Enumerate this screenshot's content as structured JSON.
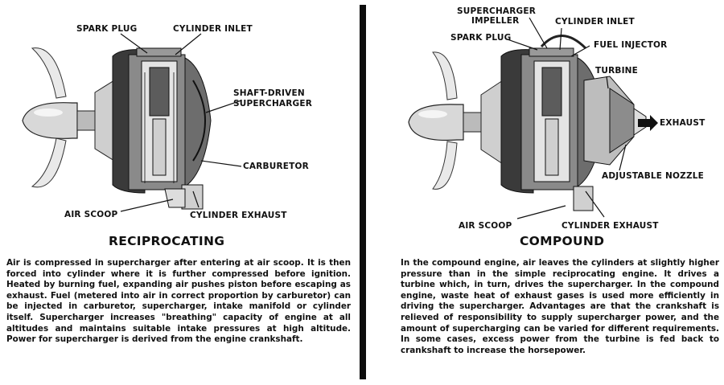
{
  "reciprocating": {
    "labels": {
      "spark_plug": "SPARK PLUG",
      "cylinder_inlet": "CYLINDER INLET",
      "shaft_supercharger_1": "SHAFT-DRIVEN",
      "shaft_supercharger_2": "SUPERCHARGER",
      "carburetor": "CARBURETOR",
      "air_scoop": "AIR SCOOP",
      "cylinder_exhaust": "CYLINDER EXHAUST"
    },
    "title": "RECIPROCATING",
    "description": "Air is compressed in supercharger after entering at air scoop. It is then forced into cylinder where it is further compressed before ignition. Heated by burning fuel, expanding air pushes piston before escaping as exhaust. Fuel (metered into air in correct proportion by carburetor) can be injected in carburetor, supercharger, intake manifold or cylinder itself. Supercharger increases \"breathing\" capacity of engine at all altitudes and maintains suitable intake pressures at high altitude. Power for supercharger is derived from the engine crankshaft."
  },
  "compound": {
    "labels": {
      "impeller_1": "SUPERCHARGER",
      "impeller_2": "IMPELLER",
      "cylinder_inlet": "CYLINDER INLET",
      "spark_plug": "SPARK PLUG",
      "fuel_injector": "FUEL INJECTOR",
      "turbine": "TURBINE",
      "exhaust": "EXHAUST",
      "adjustable_nozzle": "ADJUSTABLE NOZZLE",
      "air_scoop": "AIR SCOOP",
      "cylinder_exhaust": "CYLINDER EXHAUST"
    },
    "title": "COMPOUND",
    "description": "In the compound engine, air leaves the cylinders at slightly higher pressure than in the simple reciprocating engine. It drives a turbine which, in turn, drives the supercharger. In the compound engine, waste heat of exhaust gases is used more efficiently in driving the supercharger. Advantages are that the crankshaft is relieved of responsibility to supply supercharger power, and the amount of supercharging can be varied for different requirements. In some cases, excess power from the turbine is fed back to crankshaft to increase the horsepower."
  }
}
